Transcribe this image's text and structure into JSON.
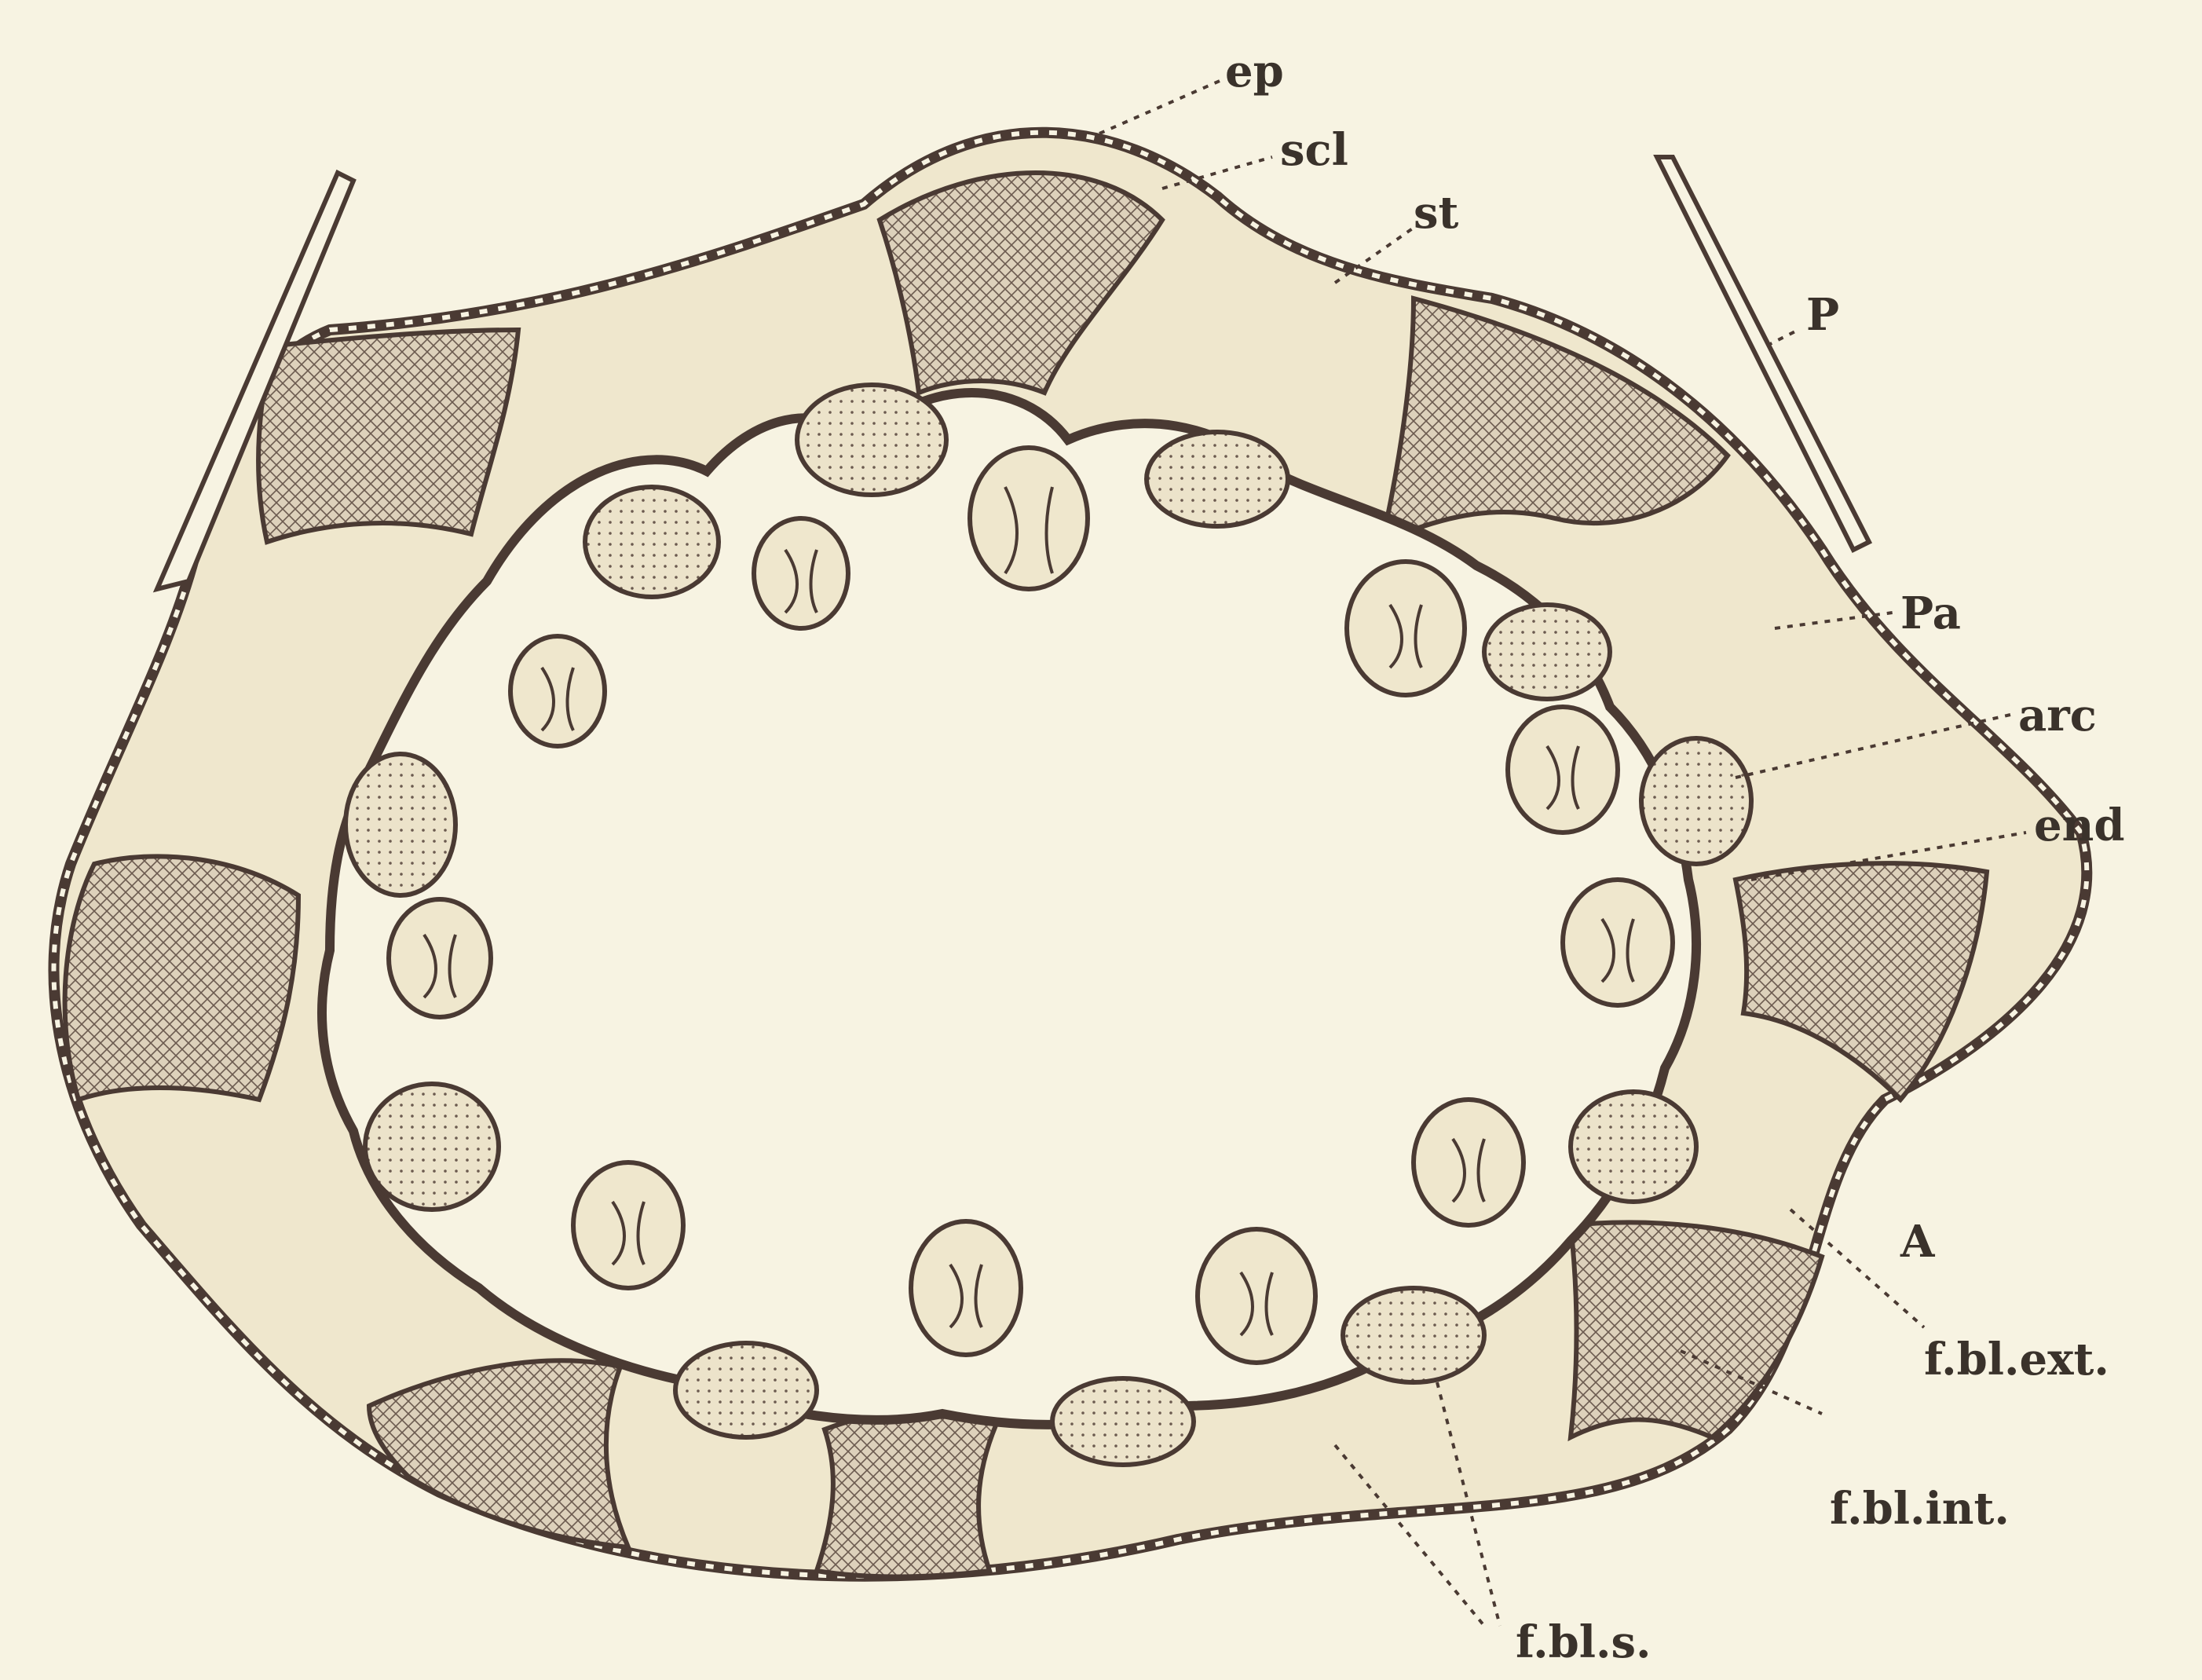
{
  "figure": {
    "labels": {
      "ep": "ep",
      "scl": "scl",
      "st": "st",
      "p": "P",
      "pa": "Pa",
      "arc": "arc",
      "end": "end",
      "a": "A",
      "fblext": "f.bl.ext.",
      "fblint": "f.bl.int.",
      "fbls": "f.bl.s."
    },
    "colors": {
      "paper": "#f7f3e2",
      "ink": "#4a3a33",
      "cavity": "#efe7cd",
      "sclerenchyma": "#d9cdb8",
      "bundle": "#e6dcc2"
    }
  }
}
